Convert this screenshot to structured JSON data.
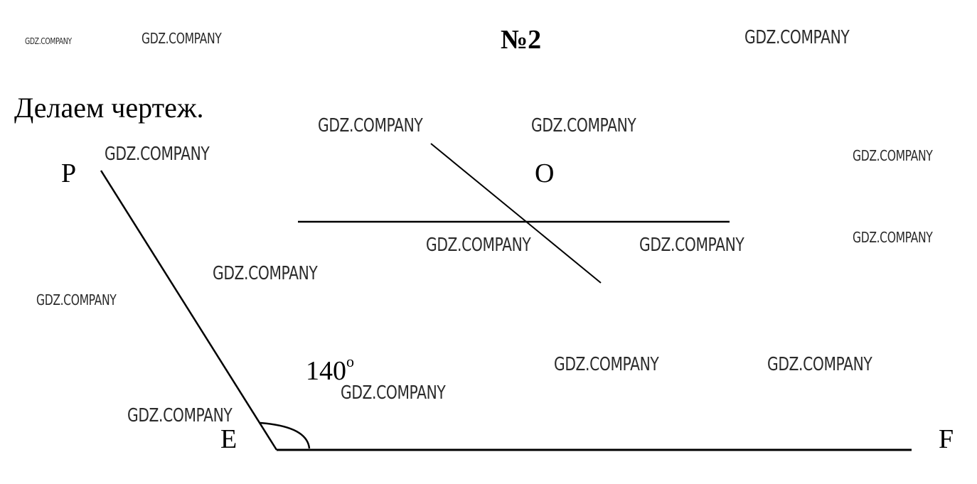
{
  "header": {
    "problem_number": "№2",
    "instruction": "Делаем чертеж."
  },
  "points": {
    "P": "P",
    "O": "O",
    "E": "E",
    "F": "F"
  },
  "angle": {
    "value": "140",
    "degree_mark": "o"
  },
  "watermark": {
    "text": "GDZ.COMPANY"
  }
}
